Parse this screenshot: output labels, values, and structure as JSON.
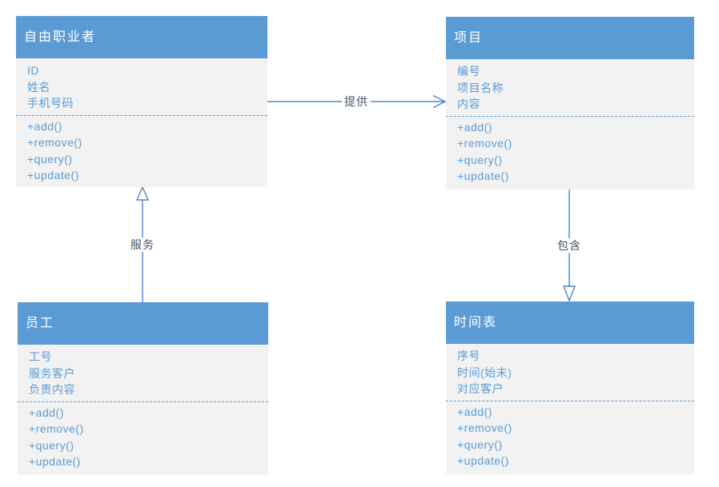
{
  "diagram": {
    "classes": [
      {
        "title": "自由职业者",
        "attributes": [
          "ID",
          "姓名",
          "手机号码"
        ],
        "methods": [
          "+add()",
          "+remove()",
          "+query()",
          "+update()"
        ]
      },
      {
        "title": "项目",
        "attributes": [
          "编号",
          "项目名称",
          "内容"
        ],
        "methods": [
          "+add()",
          "+remove()",
          "+query()",
          "+update()"
        ]
      },
      {
        "title": "员工",
        "attributes": [
          "工号",
          "服务客户",
          "负责内容"
        ],
        "methods": [
          "+add()",
          "+remove()",
          "+query()",
          "+update()"
        ]
      },
      {
        "title": "时间表",
        "attributes": [
          "序号",
          "时间(始末)",
          "对应客户"
        ],
        "methods": [
          "+add()",
          "+remove()",
          "+query()",
          "+update()"
        ]
      }
    ],
    "connectors": [
      {
        "label": "提供",
        "from": "自由职业者",
        "to": "项目",
        "type": "open-arrow"
      },
      {
        "label": "服务",
        "from": "员工",
        "to": "自由职业者",
        "type": "hollow-triangle"
      },
      {
        "label": "包含",
        "from": "项目",
        "to": "时间表",
        "type": "hollow-triangle"
      }
    ],
    "colors": {
      "header_blue": "#5B9BD5",
      "body_gray": "#F2F2F2",
      "body_text_blue": "#5B9BD5",
      "connector_blue": "#4E87C6",
      "label_text": "#44546A"
    }
  }
}
